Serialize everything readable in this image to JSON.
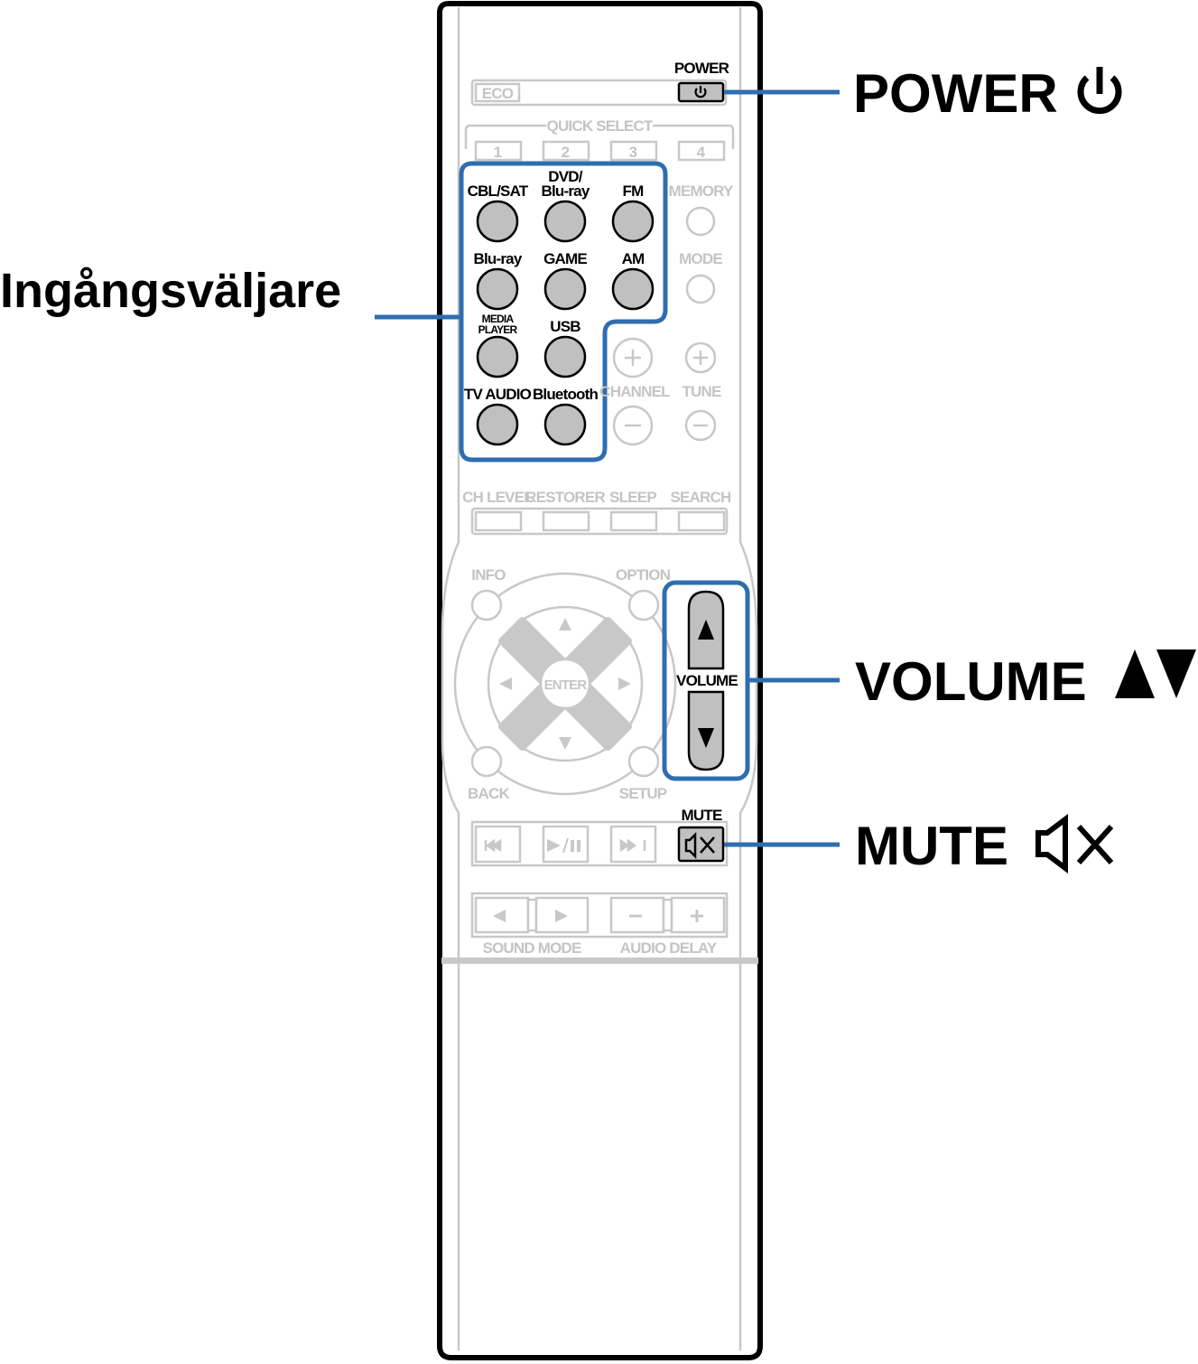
{
  "callouts": {
    "power": "POWER",
    "input_selector": "Ingångsväljare",
    "volume": "VOLUME",
    "mute": "MUTE"
  },
  "icons": {
    "power": "power-icon",
    "volume": "triangle-up-down-icon",
    "mute": "speaker-mute-icon"
  },
  "remote": {
    "power_label": "POWER",
    "eco_label": "ECO",
    "quick_select_label": "QUICK SELECT",
    "quick_select": [
      "1",
      "2",
      "3",
      "4"
    ],
    "inputs": {
      "cbl_sat": "CBL/SAT",
      "dvd_line1": "DVD/",
      "dvd_line2": "Blu-ray",
      "fm": "FM",
      "bluray": "Blu-ray",
      "game": "GAME",
      "am": "AM",
      "media_line1": "MEDIA",
      "media_line2": "PLAYER",
      "usb": "USB",
      "tv_audio": "TV AUDIO",
      "bluetooth": "Bluetooth"
    },
    "memory_label": "MEMORY",
    "mode_label": "MODE",
    "channel_label": "CHANNEL",
    "tune_label": "TUNE",
    "function_row": [
      "CH LEVEL",
      "RESTORER",
      "SLEEP",
      "SEARCH"
    ],
    "info_label": "INFO",
    "option_label": "OPTION",
    "back_label": "BACK",
    "setup_label": "SETUP",
    "enter_label": "ENTER",
    "volume_label": "VOLUME",
    "mute_label": "MUTE",
    "sound_mode_label": "SOUND MODE",
    "audio_delay_label": "AUDIO DELAY"
  },
  "colors": {
    "highlight": "#2f6db0",
    "inactive": "#c8c8c8",
    "button_fill": "#c0c0c0"
  }
}
